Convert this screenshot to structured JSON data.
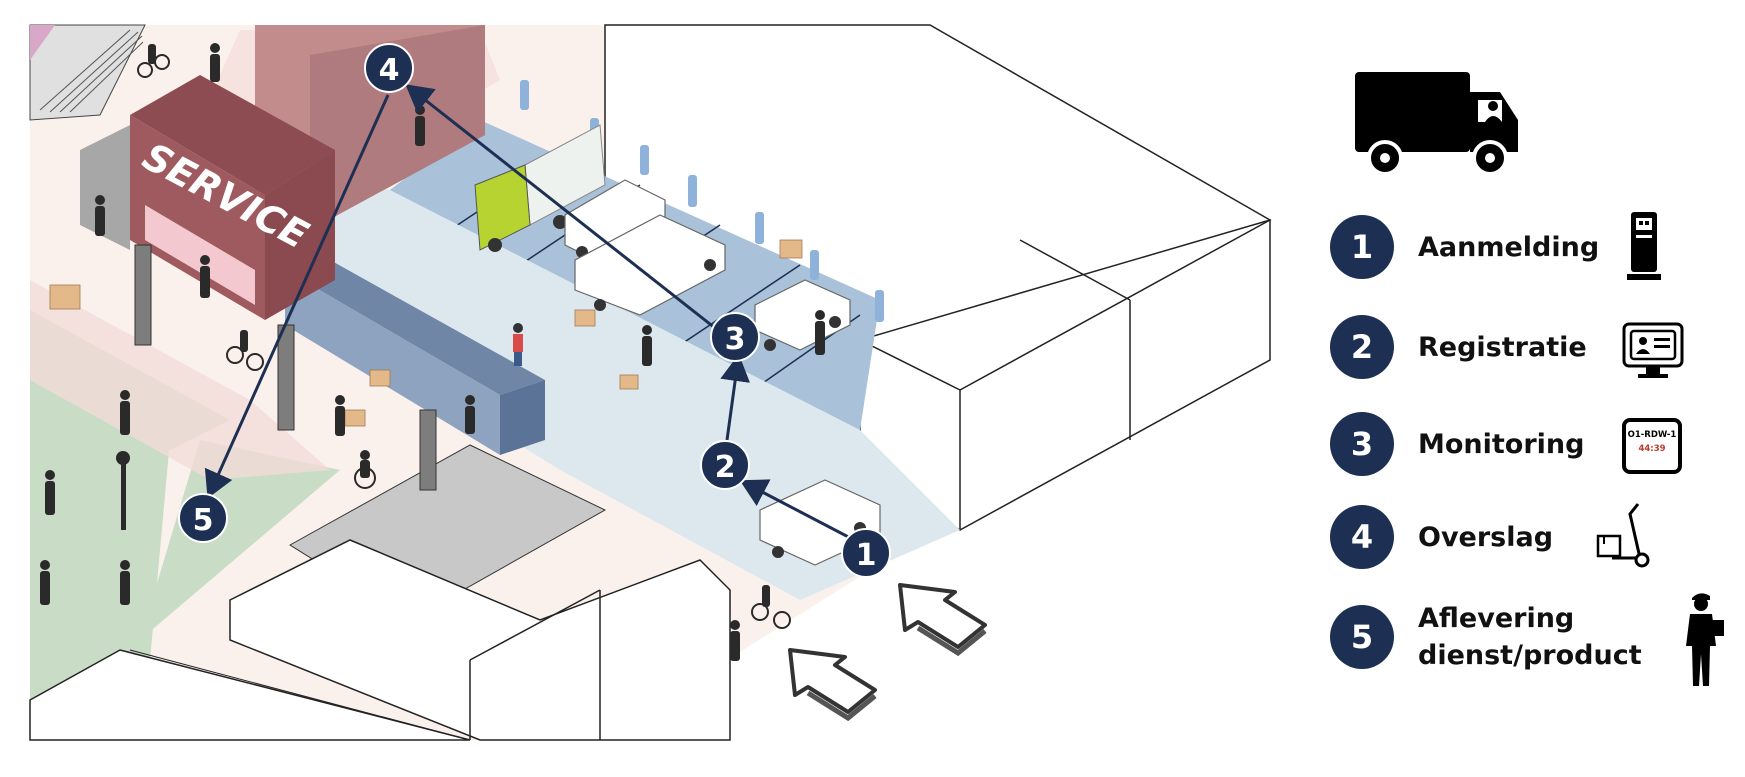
{
  "scene": {
    "service_sign": "SERVICE",
    "route_markers": [
      "1",
      "2",
      "3",
      "4",
      "5"
    ]
  },
  "legend": {
    "truck_icon": "delivery-truck-icon",
    "items": [
      {
        "number": "1",
        "label": "Aanmelding",
        "icon": "kiosk-terminal-icon"
      },
      {
        "number": "2",
        "label": "Registratie",
        "icon": "id-card-monitor-icon"
      },
      {
        "number": "3",
        "label": "Monitoring",
        "icon": "display-board-icon"
      },
      {
        "number": "4",
        "label": "Overslag",
        "icon": "hand-truck-icon"
      },
      {
        "number": "5",
        "label_line1": "Aflevering",
        "label_line2": "dienst/product",
        "icon": "courier-person-icon"
      }
    ],
    "display_board": {
      "line1": "O1-RDW-1",
      "line2": "44:39"
    }
  },
  "colors": {
    "navy": "#1d2f52",
    "loading_bay_blue": "#a9c1d9",
    "road_light": "#dde8ee",
    "service_red": "#9e5a5e",
    "park_green": "#c9dcc6",
    "sidewalk_pink": "#f3dcd8"
  }
}
